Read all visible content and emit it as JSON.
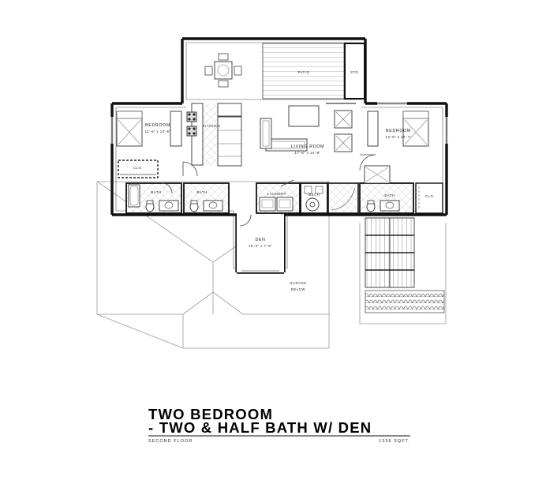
{
  "drawing": {
    "type": "architectural-floor-plan",
    "title_line1": "TWO BEDROOM",
    "title_line2": "- TWO & HALF BATH W/ DEN",
    "floor_label": "SECOND FLOOR",
    "area_label": "1336 SQFT."
  },
  "rooms": [
    {
      "id": "patio",
      "label": "PATIO",
      "dim": ""
    },
    {
      "id": "storage",
      "label": "STO.",
      "dim": ""
    },
    {
      "id": "bedroom_left",
      "label": "BEDROOM",
      "dim": "11'-8\" x 12'-5\""
    },
    {
      "id": "bedroom_right",
      "label": "BEDROOM",
      "dim": "13'-8\" x 12'-7\""
    },
    {
      "id": "living_room",
      "label": "LIVING ROOM",
      "dim": "17'-8\" x 14'-8\""
    },
    {
      "id": "kitchen",
      "label": "KITCHEN",
      "dim": ""
    },
    {
      "id": "den",
      "label": "DEN",
      "dim": "10'-0\" x 7'-6\""
    },
    {
      "id": "bath_1",
      "label": "BATH",
      "dim": ""
    },
    {
      "id": "bath_2",
      "label": "BATH",
      "dim": ""
    },
    {
      "id": "bath_3",
      "label": "BATH",
      "dim": ""
    },
    {
      "id": "laundry",
      "label": "LAUNDRY",
      "dim": ""
    },
    {
      "id": "mech",
      "label": "MECH",
      "dim": ""
    },
    {
      "id": "closet_left",
      "label": "CLO.",
      "dim": ""
    },
    {
      "id": "closet_right",
      "label": "CLO.",
      "dim": ""
    },
    {
      "id": "closet_mid",
      "label": "CLO.",
      "dim": ""
    },
    {
      "id": "garage_below",
      "label": "GARAGE",
      "dim": "BELOW"
    }
  ],
  "colors": {
    "wall": "#111111",
    "line": "#3a3a3a",
    "thin": "#8c8c8c",
    "tile": "#b8b8b8",
    "roof": "#a8a8a8",
    "paper": "#ffffff"
  }
}
